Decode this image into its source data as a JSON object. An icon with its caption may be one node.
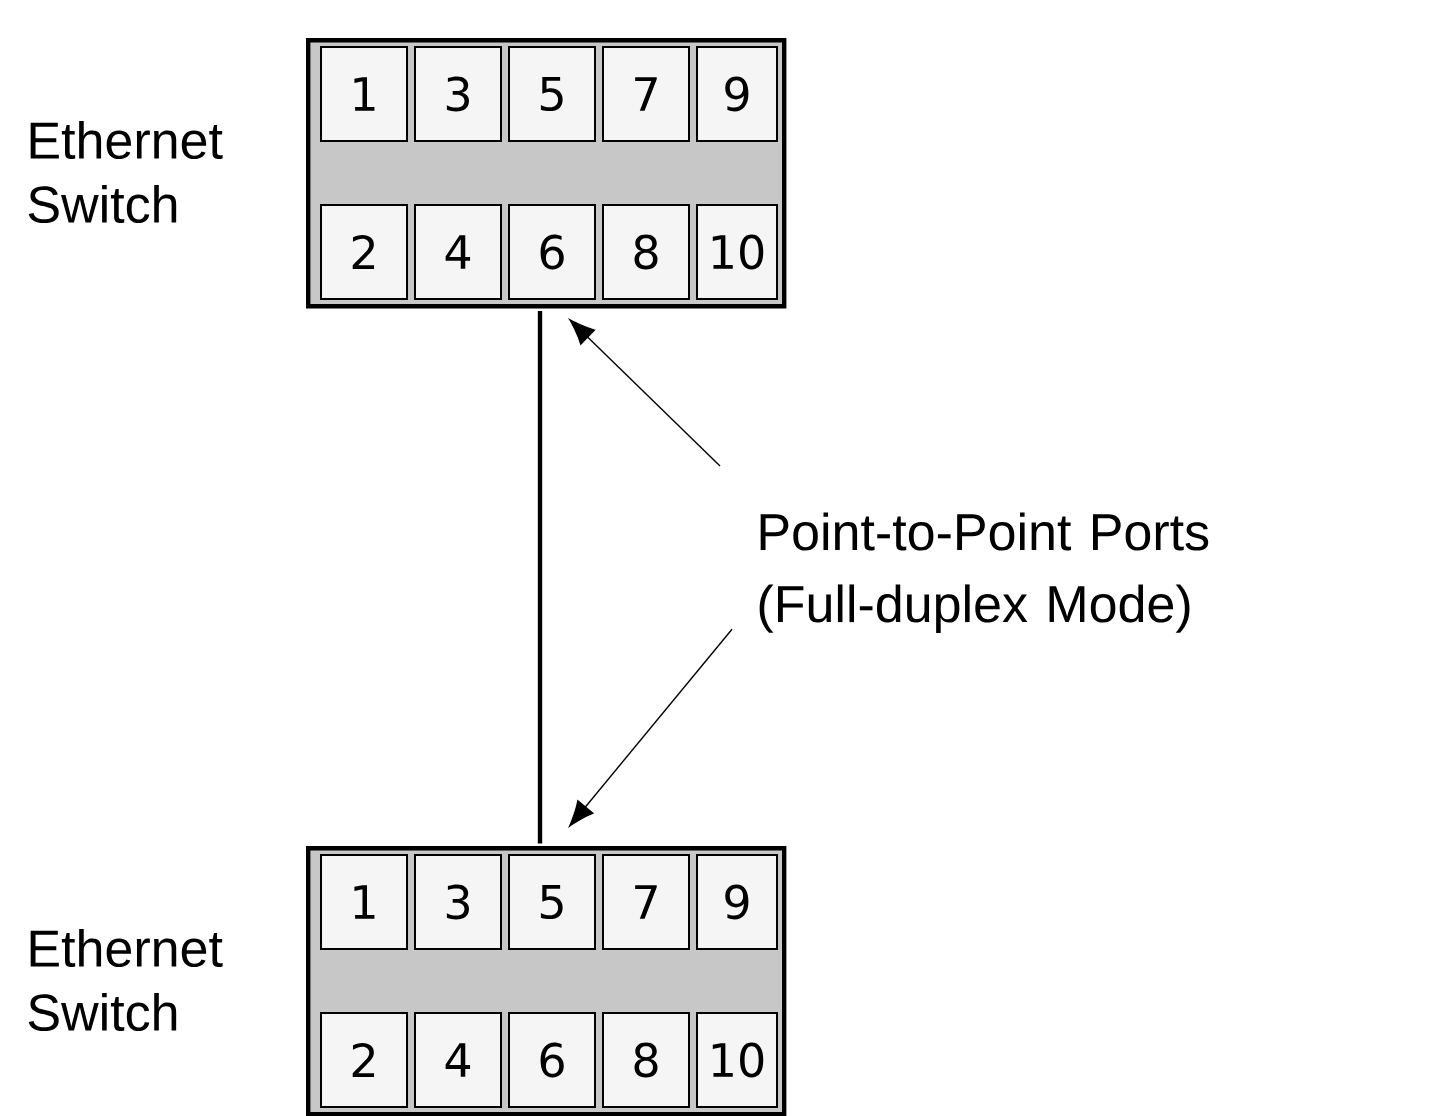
{
  "diagram": {
    "nodes": [
      {
        "text": [
          "Ethernet Switch"
        ]
      },
      {
        "text": [
          "1"
        ],
        "in": 0
      },
      {
        "text": [
          "3"
        ],
        "in": 0
      },
      {
        "text": [
          "5"
        ],
        "in": 0
      },
      {
        "text": [
          "7"
        ],
        "in": 0
      },
      {
        "text": [
          "9"
        ],
        "in": 0
      },
      {
        "text": [
          "2"
        ],
        "in": 0
      },
      {
        "text": [
          "4"
        ],
        "in": 0
      },
      {
        "text": [
          "6"
        ],
        "in": 0
      },
      {
        "text": [
          "8"
        ],
        "in": 0
      },
      {
        "text": [
          "10"
        ],
        "in": 0
      },
      {
        "text": [
          "Point-to-Point Ports (Full-duplex Mode)"
        ]
      },
      {
        "text": [
          "Ethernet Switch"
        ]
      },
      {
        "text": [
          "1"
        ],
        "in": 12
      },
      {
        "text": [
          "3"
        ],
        "in": 12
      },
      {
        "text": [
          "5"
        ],
        "in": 12
      },
      {
        "text": [
          "7"
        ],
        "in": 12
      },
      {
        "text": [
          "9"
        ],
        "in": 12
      },
      {
        "text": [
          "2"
        ],
        "in": 12
      },
      {
        "text": [
          "4"
        ],
        "in": 12
      },
      {
        "text": [
          "6"
        ],
        "in": 12
      },
      {
        "text": [
          "8"
        ],
        "in": 12
      },
      {
        "text": [
          "10"
        ],
        "in": 12
      }
    ],
    "edges": [
      {
        "from": 8,
        "to": 15,
        "arrow": "none",
        "style": "thick"
      },
      {
        "from": 11,
        "to": 8,
        "arrow": "to"
      },
      {
        "from": 11,
        "to": 15,
        "arrow": "to"
      }
    ]
  }
}
